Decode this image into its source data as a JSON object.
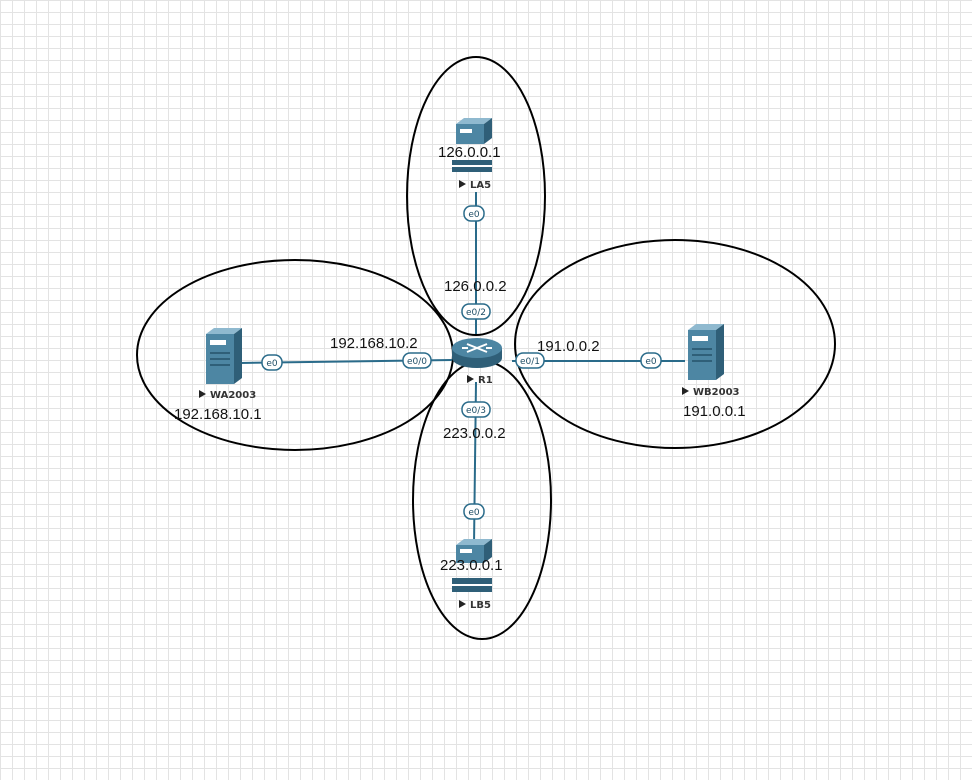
{
  "nodes": {
    "r1": {
      "name": "R1",
      "icon": "router-icon"
    },
    "la5": {
      "name": "LA5",
      "icon": "server-icon"
    },
    "lb5": {
      "name": "LB5",
      "icon": "server-icon"
    },
    "wa2003": {
      "name": "WA2003",
      "icon": "tower-server-icon"
    },
    "wb2003": {
      "name": "WB2003",
      "icon": "tower-server-icon"
    }
  },
  "ports": {
    "r1_e0_0": "e0/0",
    "r1_e0_1": "e0/1",
    "r1_e0_2": "e0/2",
    "r1_e0_3": "e0/3",
    "la5_e0": "e0",
    "lb5_e0": "e0",
    "wa2003_e0": "e0",
    "wb2003_e0": "e0"
  },
  "addresses": {
    "la5": "126.0.0.1",
    "r1_top": "126.0.0.2",
    "wa2003": "192.168.10.1",
    "r1_left": "192.168.10.2",
    "r1_right": "191.0.0.2",
    "wb2003": "191.0.0.1",
    "r1_bottom": "223.0.0.2",
    "lb5": "223.0.0.1"
  },
  "colors": {
    "link": "#2a6b8a",
    "device": "#2f5f78",
    "grid": "#e3e3e3",
    "ellipse": "#000000"
  }
}
